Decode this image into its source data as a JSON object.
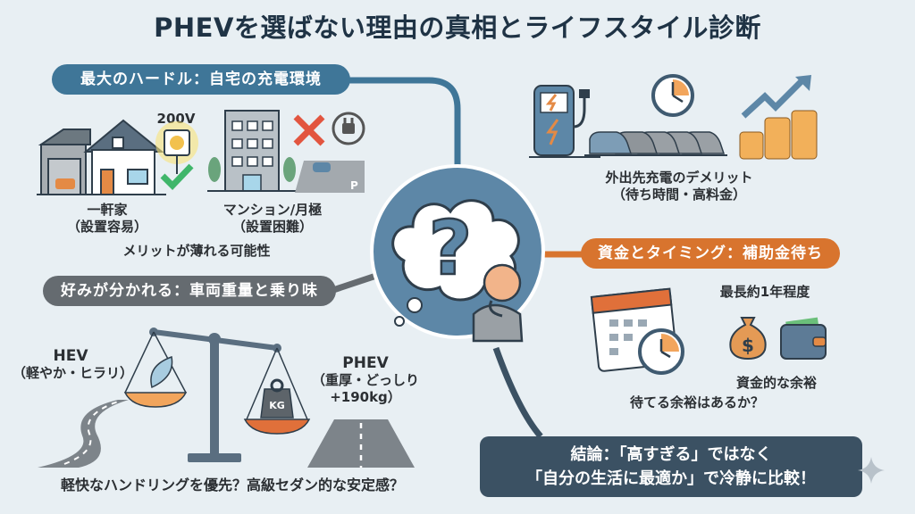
{
  "title": "PHEVを選ばない理由の真相とライフスタイル診断",
  "colors": {
    "background": "#e8eff3",
    "blue_accent": "#3f7698",
    "orange_accent": "#d8742e",
    "gray_accent": "#656b70",
    "conclusion_bg": "#3b5163",
    "check_green": "#3fb66a",
    "cross_red": "#e2553f"
  },
  "center": {
    "icon": "question-mark-thought-cloud-icon",
    "person": "thinking-person-icon"
  },
  "sections": {
    "home_charging": {
      "heading": "最大のハードル：自宅の充電環境",
      "voltage_label": "200V",
      "house": {
        "name": "一軒家",
        "note": "（設置容易）",
        "status": "check"
      },
      "apartment": {
        "name": "マンション/月極",
        "note": "（設置困難）",
        "status": "cross"
      },
      "summary": "メリットが薄れる可能性"
    },
    "public_charging": {
      "caption_line1": "外出先充電のデメリット",
      "caption_line2": "（待ち時間・高料金）"
    },
    "subsidy": {
      "heading": "資金とタイミング：補助金待ち",
      "duration": "最長約1年程度",
      "funds": "資金的な余裕",
      "question": "待てる余裕はあるか？"
    },
    "weight": {
      "heading": "好みが分かれる：車両重量と乗り味",
      "hev_name": "HEV",
      "hev_note": "（軽やか・ヒラリ）",
      "phev_name": "PHEV",
      "phev_note1": "（重厚・どっしり",
      "phev_note2": "+190kg）",
      "weight_label": "KG",
      "question": "軽快なハンドリングを優先？高級セダン的な安定感？"
    }
  },
  "conclusion": {
    "line1": "結論：「高すぎる」ではなく",
    "line2": "「自分の生活に最適か」で冷静に比較！"
  }
}
